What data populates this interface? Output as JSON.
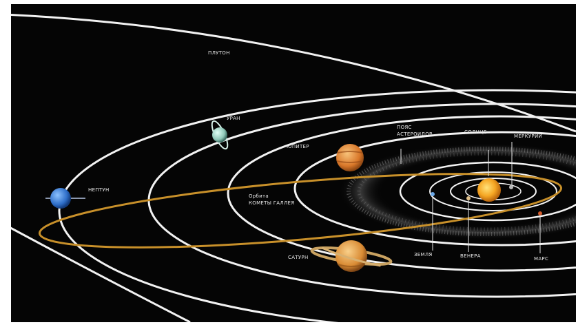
{
  "labels": {
    "pluto": "ПЛУТОН",
    "uranus": "УРАН",
    "neptune": "НЕПТУН",
    "jupiter": "ЮПИТЕР",
    "asteroid_belt_line1": "ПОЯС",
    "asteroid_belt_line2": "АСТЕРОИДОВ",
    "sun": "СОЛНЦЕ",
    "mercury": "МЕРКУРИЙ",
    "halley_line1": "Орбита",
    "halley_line2": "КОМЕТЫ ГАЛЛЕЯ",
    "saturn": "САТУРН",
    "earth": "ЗЕМЛЯ",
    "venus": "ВЕНЕРА",
    "mars": "МАРС"
  },
  "colors": {
    "background": "#050505",
    "orbit": "#f2f2f2",
    "comet_orbit": "#c8902a",
    "sun": "#f5a623",
    "jupiter": "#e08a2a",
    "saturn": "#e39a3a",
    "uranus": "#9fd4c8",
    "neptune": "#3a7fd6"
  }
}
